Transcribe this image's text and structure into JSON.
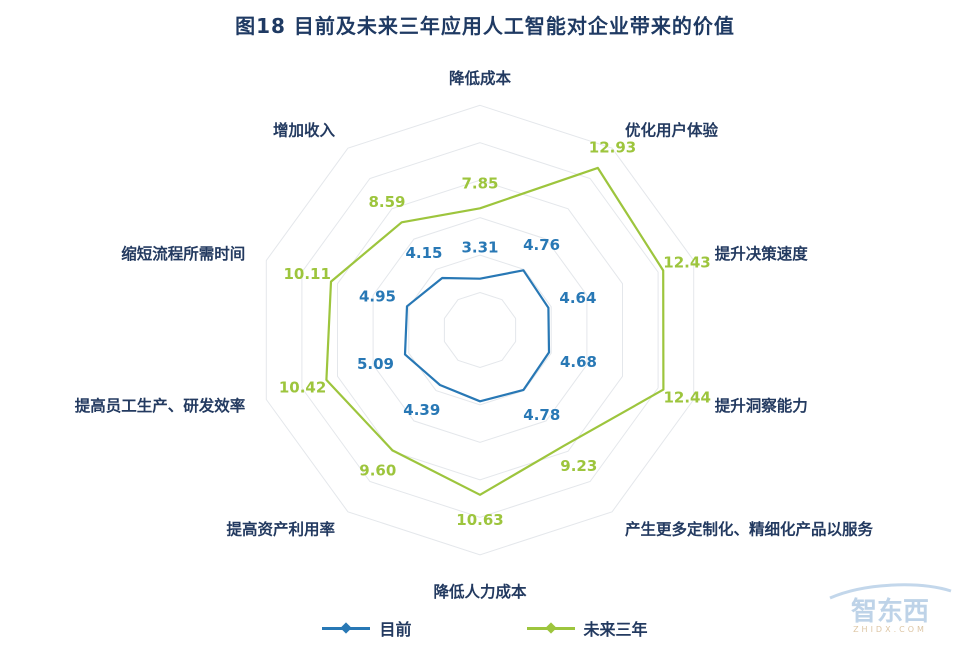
{
  "title": "图18 目前及未来三年应用人工智能对企业带来的价值",
  "chart_data": {
    "type": "radar",
    "categories": [
      "降低成本",
      "优化用户体验",
      "提升决策速度",
      "提升洞察能力",
      "产生更多定制化、精细化产品以服务",
      "降低人力成本",
      "提高资产利用率",
      "提高员工生产、研发效率",
      "缩短流程所需时间",
      "增加收入"
    ],
    "series": [
      {
        "name": "目前",
        "color": "#2878b5",
        "values": [
          3.31,
          4.76,
          4.64,
          4.68,
          4.78,
          4.6,
          4.39,
          5.09,
          4.95,
          4.15
        ],
        "point_labels": [
          "3.31",
          "4.76",
          "4.64",
          "4.68",
          "4.78",
          "",
          "4.39",
          "5.09",
          "4.95",
          "4.15"
        ]
      },
      {
        "name": "未来三年",
        "color": "#9dc53d",
        "values": [
          7.85,
          12.93,
          12.43,
          12.44,
          9.23,
          10.63,
          9.6,
          10.42,
          10.11,
          8.59
        ],
        "point_labels": [
          "7.85",
          "12.93",
          "12.43",
          "12.44",
          "9.23",
          "10.63",
          "9.60",
          "10.42",
          "10.11",
          "8.59"
        ]
      }
    ],
    "axis_max": 14.5,
    "grid_rings": 6,
    "grid": true,
    "legend_position": "bottom"
  },
  "colors": {
    "title": "#1f3a63",
    "axis_label": "#233a60",
    "grid_line": "#e4e7eb"
  },
  "watermark": {
    "text": "智东西",
    "subtext": "ZHIDX.COM"
  }
}
